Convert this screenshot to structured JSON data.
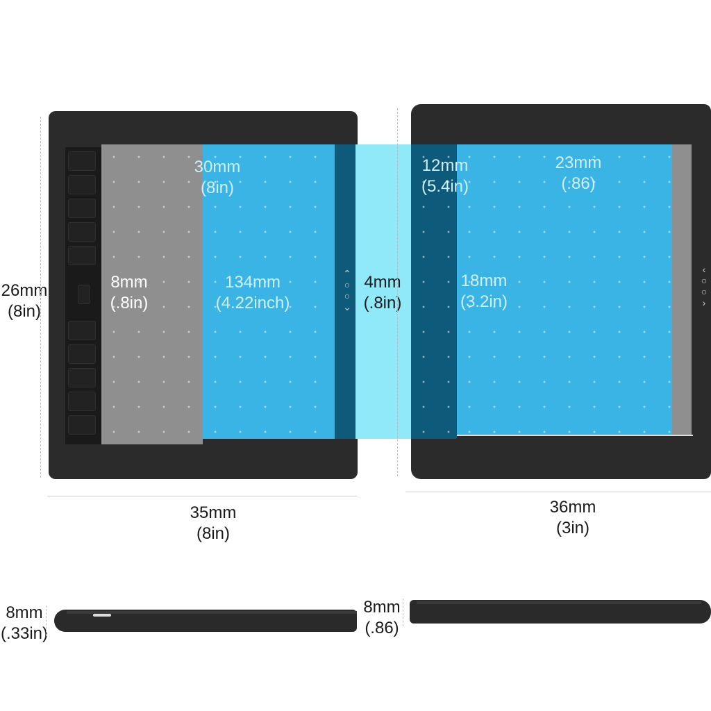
{
  "left_front": {
    "active_area_width": {
      "line1": "30mm",
      "line2": "(8in)"
    },
    "grey_area": {
      "line1": "8mm",
      "line2": "(.8in)"
    },
    "active_area_height": {
      "line1": "134mm",
      "line2": "(4.22inch)"
    },
    "side_margin": {
      "line1": "4mm",
      "line2": "(.8in)"
    },
    "overall_height": {
      "line1": "26mm",
      "line2": "(8in)"
    },
    "overall_width": {
      "line1": "35mm",
      "line2": "(8in)"
    }
  },
  "right_front": {
    "top_margin": {
      "line1": "12mm",
      "line2": "(5.4in)"
    },
    "active_area_width": {
      "line1": "23mm",
      "line2": "(.86)"
    },
    "active_area_height": {
      "line1": "18mm",
      "line2": "(3.2in)"
    },
    "overall_width": {
      "line1": "36mm",
      "line2": "(3in)"
    }
  },
  "left_side": {
    "thickness": {
      "line1": "8mm",
      "line2": "(.33in)"
    }
  },
  "right_side": {
    "thickness": {
      "line1": "8mm",
      "line2": "(.86)"
    }
  },
  "colors": {
    "tablet_body": "#2b2b2b",
    "active_area_blue": "#3ab4e4",
    "grey_area": "#8f8f8f",
    "highlight_band": "#8fe9f8"
  }
}
